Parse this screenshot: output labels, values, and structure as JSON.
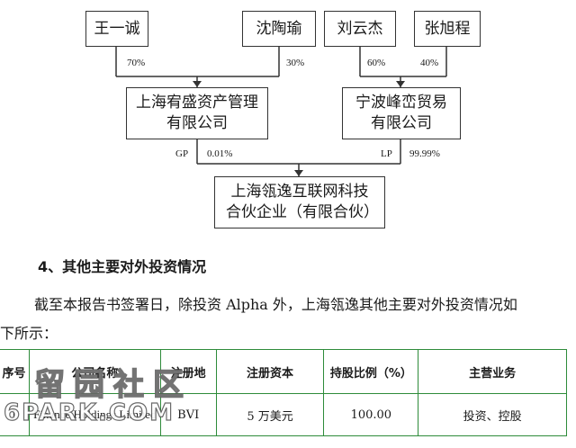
{
  "chart": {
    "top_left_a": "王一诚",
    "top_left_b": "沈陶瑜",
    "top_right_a": "刘云杰",
    "top_right_b": "张旭程",
    "pct_left_a": "70%",
    "pct_left_b": "30%",
    "pct_right_a": "60%",
    "pct_right_b": "40%",
    "mid_left": "上海宥盛资产管理有限公司",
    "mid_right": "宁波峰峦贸易有限公司",
    "gp_label": "GP",
    "gp_pct": "0.01%",
    "lp_label": "LP",
    "lp_pct": "99.99%",
    "bottom": "上海瓴逸互联网科技合伙企业（有限合伙）"
  },
  "section": {
    "heading": "4、其他主要对外投资情况",
    "para_line1": "截至本报告书签署日，除投资 Alpha 外，上海瓴逸其他主要对外投资情况如",
    "para_line2": "下所示："
  },
  "table": {
    "headers": [
      "序号",
      "公司名称",
      "注册地",
      "注册资本",
      "持股比例（%）",
      "主营业务"
    ],
    "row": [
      "1",
      "Finance Holdings Limited",
      "BVI",
      "5 万美元",
      "100.00",
      "投资、控股"
    ]
  },
  "watermark": {
    "text": "留园社区",
    "site": "6PARK.COM"
  },
  "colors": {
    "table_border": "#2e8b3a"
  }
}
